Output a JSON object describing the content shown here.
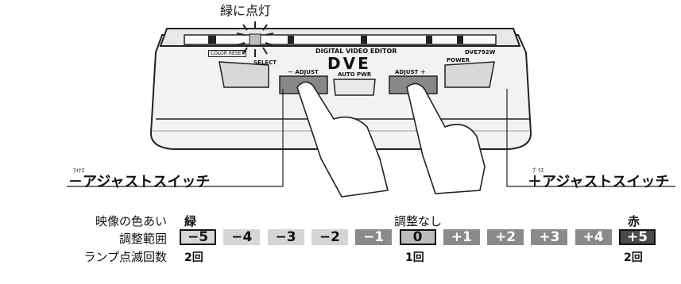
{
  "top_callout": "緑に点灯",
  "device": {
    "brand_line": "DIGITAL VIDEO EDITOR",
    "logo": "DVE",
    "model": "DVE792W",
    "color_reset": "COLOR RESET",
    "select": "SELECT",
    "adjust_minus": "－ ADJUST",
    "auto_pwr": "AUTO PWR",
    "adjust_plus": "ADJUST ＋",
    "power": "POWER"
  },
  "left_switch": {
    "ruby": "ﾏｲﾅｽ",
    "label": "－アジャストスイッチ"
  },
  "right_switch": {
    "ruby": "ﾌﾟﾗｽ",
    "label": "＋アジャストスイッチ"
  },
  "scale": {
    "row_labels": [
      "映像の色あい",
      "調整範囲",
      "ランプ点滅回数"
    ],
    "hue_left": "緑",
    "hue_center": "調整なし",
    "hue_right": "赤",
    "cells": [
      {
        "label": "−5",
        "style": "boxed"
      },
      {
        "label": "−4",
        "style": "light"
      },
      {
        "label": "−3",
        "style": "light"
      },
      {
        "label": "−2",
        "style": "light"
      },
      {
        "label": "−1",
        "style": "mid"
      },
      {
        "label": "0",
        "style": "boxed-grey"
      },
      {
        "label": "+1",
        "style": "mid"
      },
      {
        "label": "+2",
        "style": "mid"
      },
      {
        "label": "+3",
        "style": "mid"
      },
      {
        "label": "+4",
        "style": "mid"
      },
      {
        "label": "+5",
        "style": "dark"
      }
    ],
    "blink_left": "2回",
    "blink_center": "1回",
    "blink_right": "2回"
  },
  "colors": {
    "light_cell": "#d6d6d6",
    "mid_cell": "#8a8a8a",
    "dark_cell": "#4a4a4a",
    "zero_cell": "#bdbdbd"
  }
}
